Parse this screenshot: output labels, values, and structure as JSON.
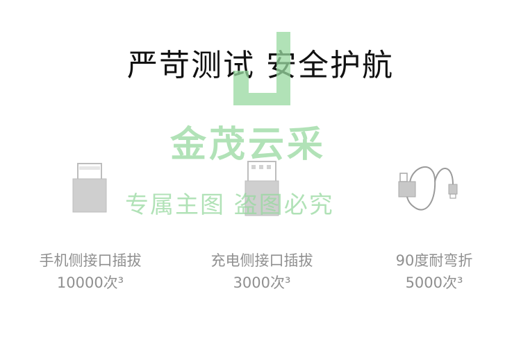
{
  "headline": "严苛测试 安全护航",
  "watermark": {
    "brand": "金茂云采",
    "subtitle": "专属主图 盗图必究",
    "color": "#98d9a0"
  },
  "tests": [
    {
      "name": "手机侧接口插拔",
      "count": "10000次³",
      "icon": "usb-c-adapter-icon"
    },
    {
      "name": "充电侧接口插拔",
      "count": "3000次³",
      "icon": "usb-a-adapter-icon"
    },
    {
      "name": "90度耐弯折",
      "count": "5000次³",
      "icon": "cable-icon"
    }
  ]
}
